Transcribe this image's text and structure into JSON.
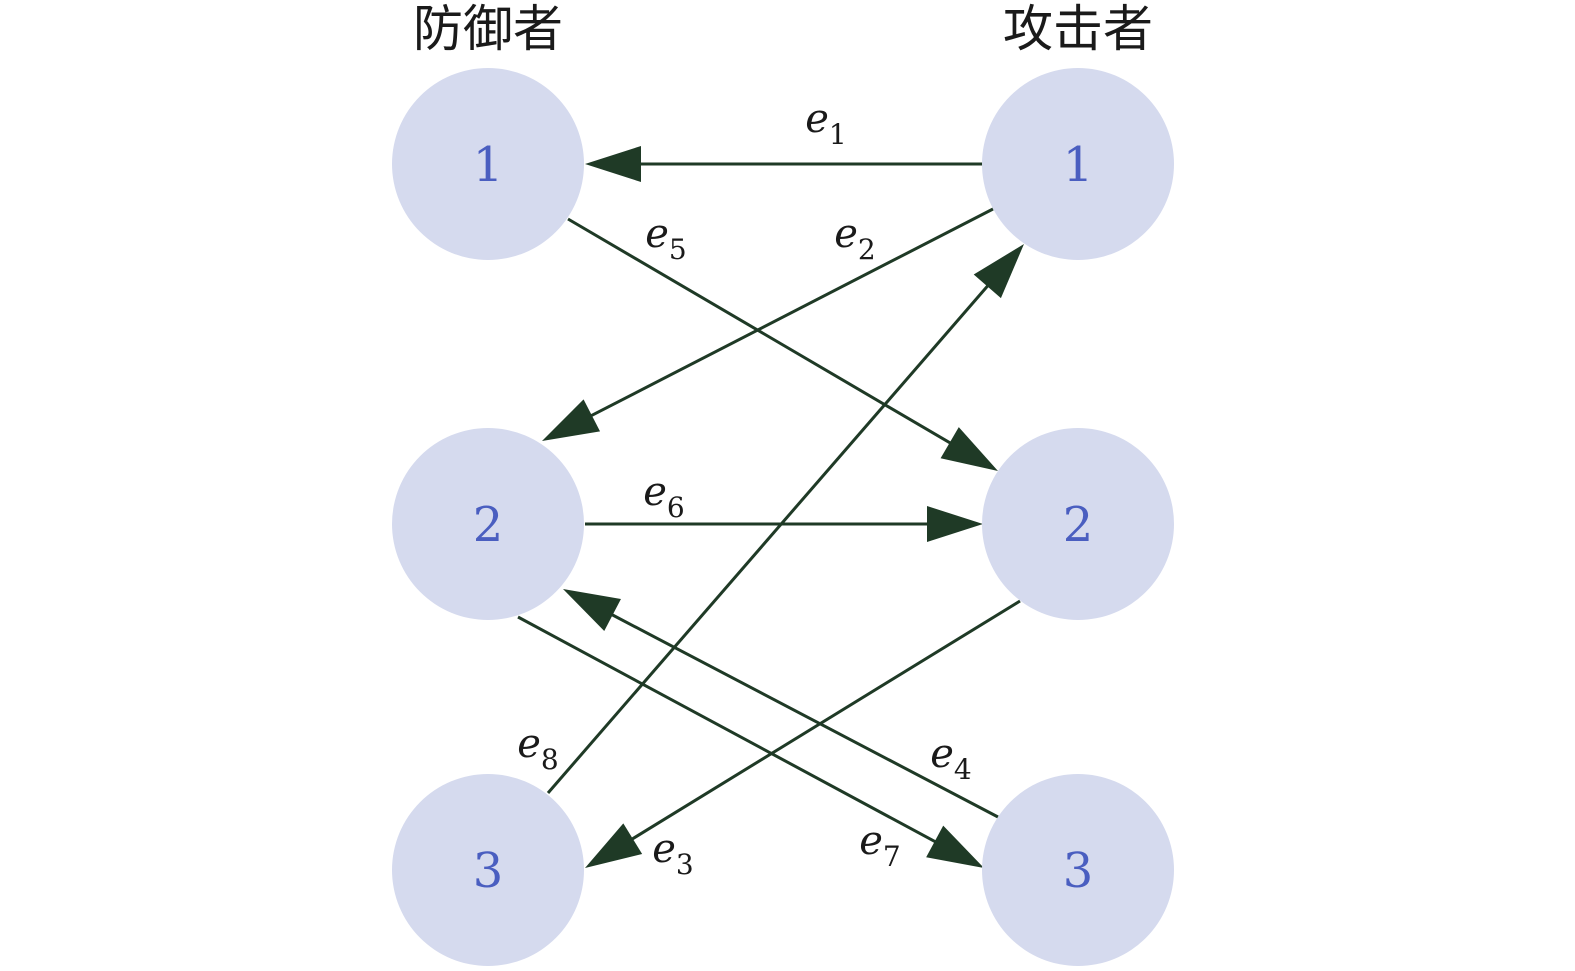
{
  "columns": {
    "defender": "防御者",
    "attacker": "攻击者"
  },
  "colors": {
    "node_fill": "#d5daee",
    "node_text": "#4a5ec0",
    "edge": "#1f3a26"
  },
  "nodes": [
    {
      "id": "d1",
      "side": "defender",
      "label": "1"
    },
    {
      "id": "d2",
      "side": "defender",
      "label": "2"
    },
    {
      "id": "d3",
      "side": "defender",
      "label": "3"
    },
    {
      "id": "a1",
      "side": "attacker",
      "label": "1"
    },
    {
      "id": "a2",
      "side": "attacker",
      "label": "2"
    },
    {
      "id": "a3",
      "side": "attacker",
      "label": "3"
    }
  ],
  "edges": [
    {
      "id": "e1",
      "name": "e",
      "sub": "1",
      "from": "a1",
      "to": "d1"
    },
    {
      "id": "e2",
      "name": "e",
      "sub": "2",
      "from": "a1",
      "to": "d2"
    },
    {
      "id": "e3",
      "name": "e",
      "sub": "3",
      "from": "a2",
      "to": "d3"
    },
    {
      "id": "e4",
      "name": "e",
      "sub": "4",
      "from": "a3",
      "to": "d2"
    },
    {
      "id": "e5",
      "name": "e",
      "sub": "5",
      "from": "d1",
      "to": "a2"
    },
    {
      "id": "e6",
      "name": "e",
      "sub": "6",
      "from": "d2",
      "to": "a2"
    },
    {
      "id": "e7",
      "name": "e",
      "sub": "7",
      "from": "d2",
      "to": "a3"
    },
    {
      "id": "e8",
      "name": "e",
      "sub": "8",
      "from": "d3",
      "to": "a1"
    }
  ]
}
